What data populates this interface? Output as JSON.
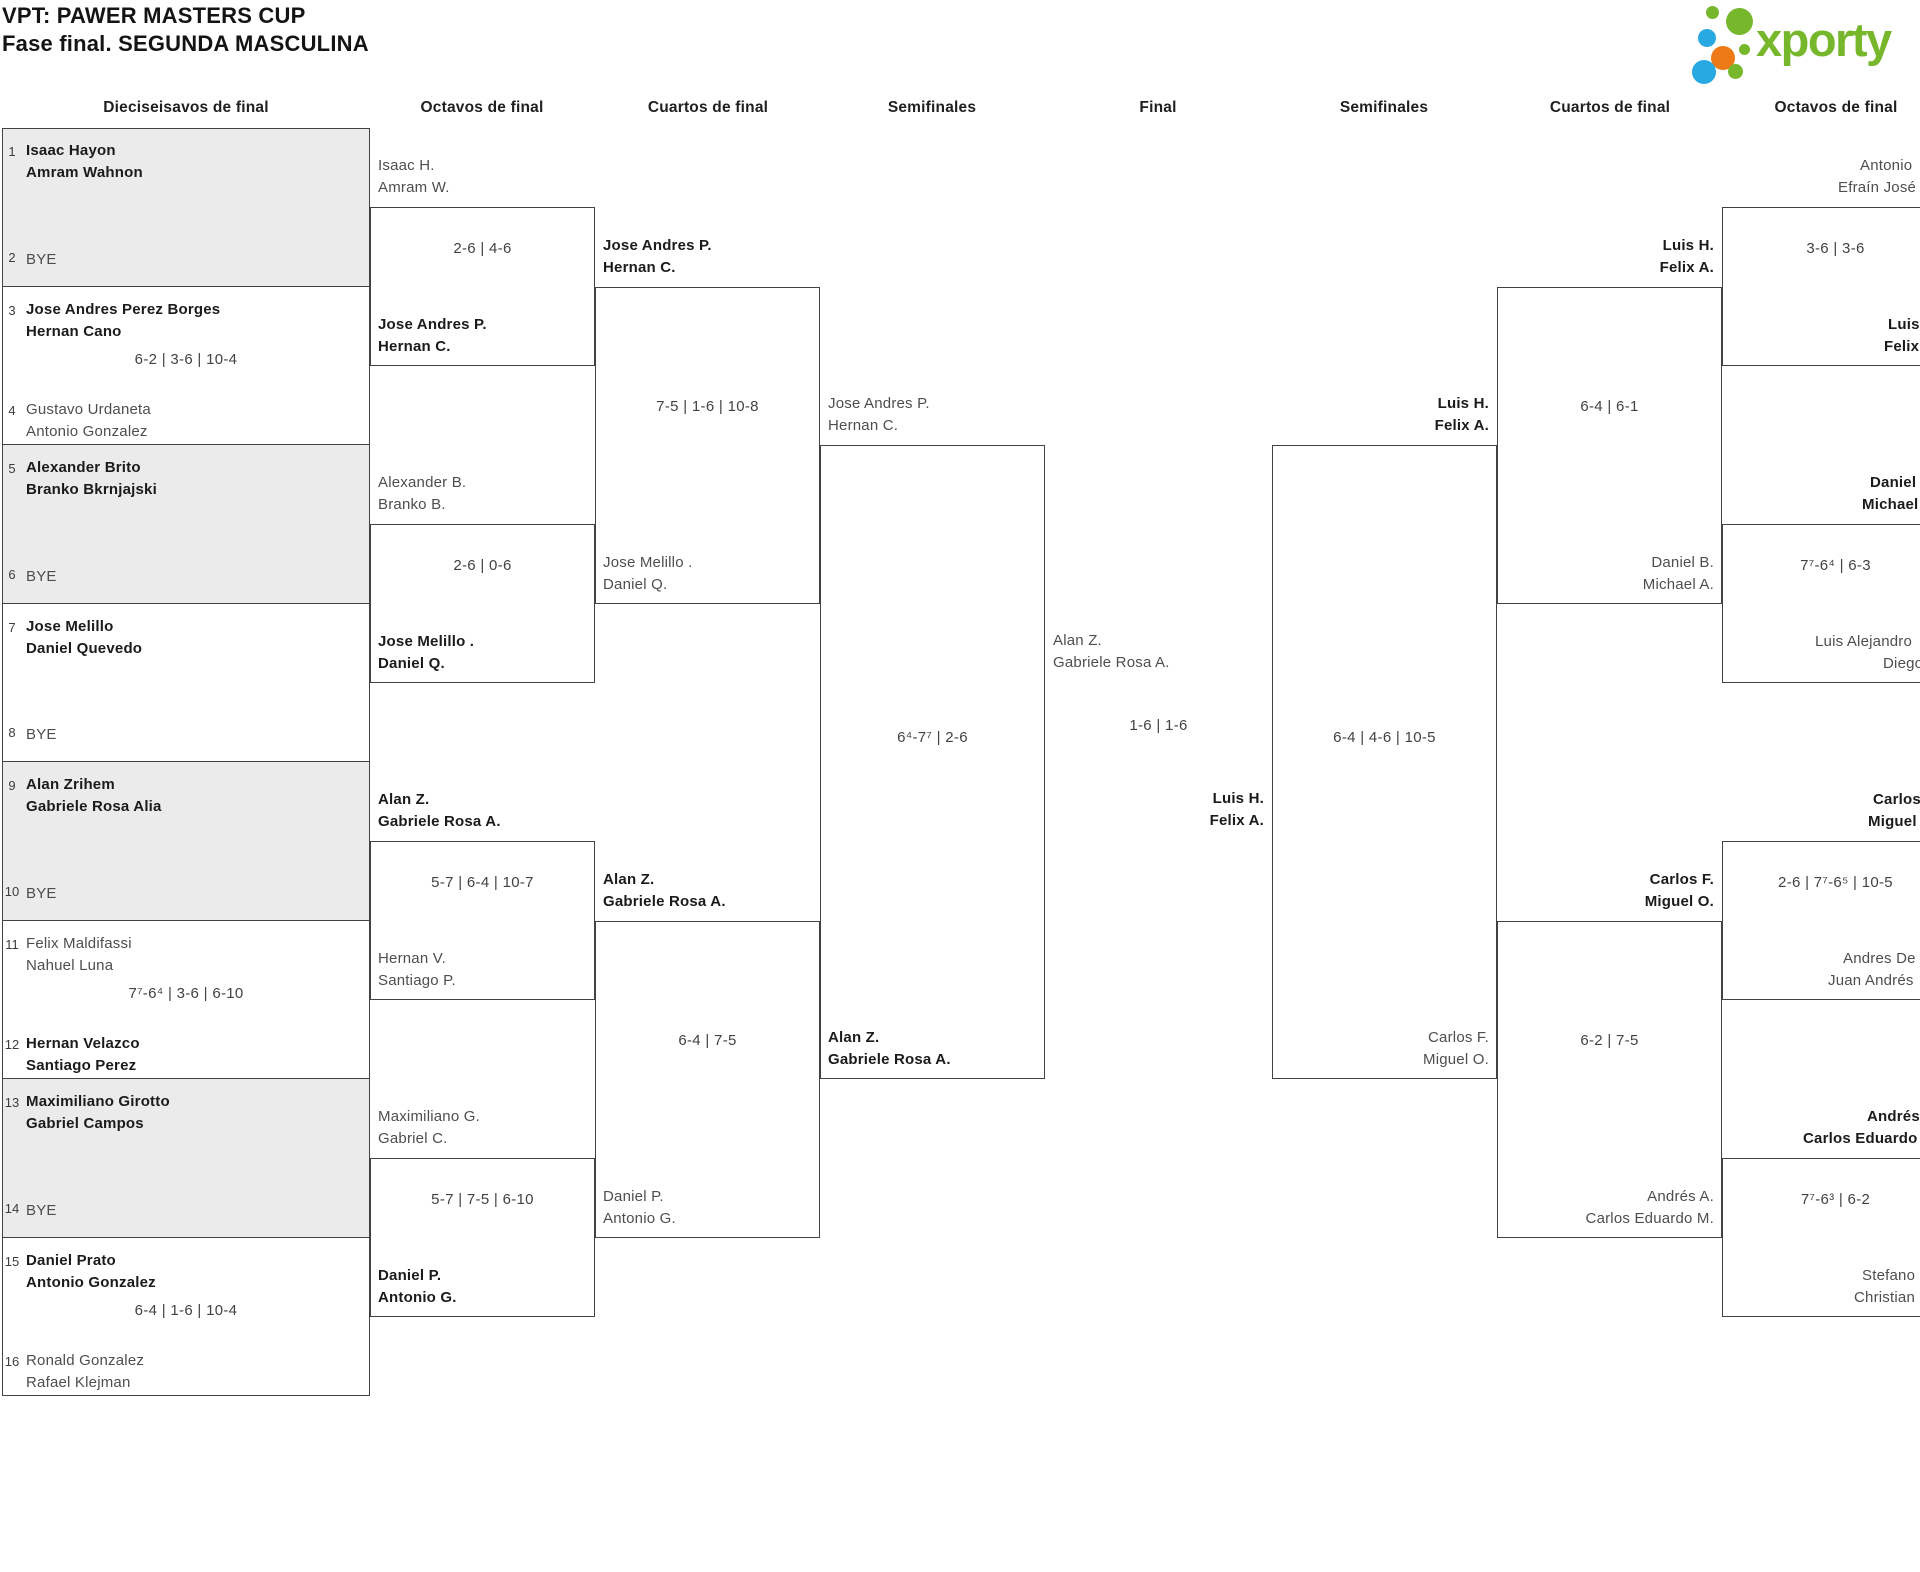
{
  "title": {
    "line1": "VPT: PAWER MASTERS CUP",
    "line2": "Fase final. SEGUNDA MASCULINA"
  },
  "logo": {
    "text": "xporty",
    "colors": {
      "green": "#77b72c",
      "blue": "#29a9e1",
      "orange": "#ee7a17"
    }
  },
  "round_headers": [
    "Dieciseisavos de final",
    "Octavos de final",
    "Cuartos de final",
    "Semifinales",
    "Final",
    "Semifinales",
    "Cuartos de final",
    "Octavos de final"
  ],
  "bracket": {
    "round_of_16": [
      {
        "seed_top": "1",
        "top": [
          "Isaac Hayon",
          "Amram Wahnon"
        ],
        "top_bold": true,
        "seed_bottom": "2",
        "bottom": [
          "BYE"
        ],
        "bottom_bold": false,
        "score": "",
        "shaded": true
      },
      {
        "seed_top": "3",
        "top": [
          "Jose Andres Perez Borges",
          "Hernan Cano"
        ],
        "top_bold": true,
        "seed_bottom": "4",
        "bottom": [
          "Gustavo Urdaneta",
          "Antonio Gonzalez"
        ],
        "bottom_bold": false,
        "score": "6-2 | 3-6 | 10-4",
        "shaded": false
      },
      {
        "seed_top": "5",
        "top": [
          "Alexander Brito",
          "Branko Bkrnjajski"
        ],
        "top_bold": true,
        "seed_bottom": "6",
        "bottom": [
          "BYE"
        ],
        "bottom_bold": false,
        "score": "",
        "shaded": true
      },
      {
        "seed_top": "7",
        "top": [
          "Jose Melillo",
          "Daniel Quevedo"
        ],
        "top_bold": true,
        "seed_bottom": "8",
        "bottom": [
          "BYE"
        ],
        "bottom_bold": false,
        "score": "",
        "shaded": false
      },
      {
        "seed_top": "9",
        "top": [
          "Alan Zrihem",
          "Gabriele Rosa Alia"
        ],
        "top_bold": true,
        "seed_bottom": "10",
        "bottom": [
          "BYE"
        ],
        "bottom_bold": false,
        "score": "",
        "shaded": true
      },
      {
        "seed_top": "11",
        "top": [
          "Felix Maldifassi",
          "Nahuel Luna"
        ],
        "top_bold": false,
        "seed_bottom": "12",
        "bottom": [
          "Hernan Velazco",
          "Santiago Perez"
        ],
        "bottom_bold": true,
        "score": "7⁷-6⁴ | 3-6 | 6-10",
        "shaded": false
      },
      {
        "seed_top": "13",
        "top": [
          "Maximiliano Girotto",
          "Gabriel Campos"
        ],
        "top_bold": true,
        "seed_bottom": "14",
        "bottom": [
          "BYE"
        ],
        "bottom_bold": false,
        "score": "",
        "shaded": true
      },
      {
        "seed_top": "15",
        "top": [
          "Daniel Prato",
          "Antonio Gonzalez"
        ],
        "top_bold": true,
        "seed_bottom": "16",
        "bottom": [
          "Ronald Gonzalez",
          "Rafael Klejman"
        ],
        "bottom_bold": false,
        "score": "6-4 | 1-6 | 10-4",
        "shaded": false
      }
    ],
    "octavos_left": [
      {
        "top": [
          "Isaac H.",
          "Amram W."
        ],
        "top_bold": false,
        "bottom": [
          "Jose Andres P.",
          "Hernan C."
        ],
        "bottom_bold": true,
        "score": "2-6 | 4-6"
      },
      {
        "top": [
          "Alexander B.",
          "Branko B."
        ],
        "top_bold": false,
        "bottom": [
          "Jose Melillo .",
          "Daniel Q."
        ],
        "bottom_bold": true,
        "score": "2-6 | 0-6"
      },
      {
        "top": [
          "Alan Z.",
          "Gabriele Rosa A."
        ],
        "top_bold": true,
        "bottom": [
          "Hernan V.",
          "Santiago P."
        ],
        "bottom_bold": false,
        "score": "5-7 | 6-4 | 10-7"
      },
      {
        "top": [
          "Maximiliano G.",
          "Gabriel C."
        ],
        "top_bold": false,
        "bottom": [
          "Daniel P.",
          "Antonio G."
        ],
        "bottom_bold": true,
        "score": "5-7 | 7-5 | 6-10"
      }
    ],
    "cuartos_left": [
      {
        "top": [
          "Jose Andres P.",
          "Hernan C."
        ],
        "top_bold": true,
        "bottom": [
          "Jose Melillo .",
          "Daniel Q."
        ],
        "bottom_bold": false,
        "score": "7-5 | 1-6 | 10-8"
      },
      {
        "top": [
          "Alan Z.",
          "Gabriele Rosa A."
        ],
        "top_bold": true,
        "bottom": [
          "Daniel P.",
          "Antonio G."
        ],
        "bottom_bold": false,
        "score": "6-4 | 7-5"
      }
    ],
    "semifinal_left": {
      "top": [
        "Jose Andres P.",
        "Hernan C."
      ],
      "top_bold": false,
      "bottom": [
        "Alan Z.",
        "Gabriele Rosa A."
      ],
      "bottom_bold": true,
      "score": "6⁴-7⁷ | 2-6"
    },
    "final": {
      "left": [
        "Alan Z.",
        "Gabriele Rosa A."
      ],
      "left_bold": false,
      "right": [
        "Luis H.",
        "Felix A."
      ],
      "right_bold": true,
      "score": "1-6 | 1-6"
    },
    "semifinal_right": {
      "top": [
        "Luis H.",
        "Felix A."
      ],
      "top_bold": true,
      "bottom": [
        "Carlos F.",
        "Miguel O."
      ],
      "bottom_bold": false,
      "score": "6-4 | 4-6 | 10-5"
    },
    "cuartos_right": [
      {
        "top": [
          "Luis H.",
          "Felix A."
        ],
        "top_bold": true,
        "bottom": [
          "Daniel B.",
          "Michael A."
        ],
        "bottom_bold": false,
        "score": "6-4 | 6-1"
      },
      {
        "top": [
          "Carlos F.",
          "Miguel O."
        ],
        "top_bold": true,
        "bottom": [
          "Andrés A.",
          "Carlos Eduardo M."
        ],
        "bottom_bold": false,
        "score": "6-2 | 7-5"
      }
    ],
    "octavos_right": [
      {
        "top": [
          "Antonio",
          "Efraín José"
        ],
        "top_bold": false,
        "bottom": [
          "Luis",
          "Felix"
        ],
        "bottom_bold": true,
        "score": "3-6 | 3-6"
      },
      {
        "top": [
          "Daniel",
          "Michael"
        ],
        "top_bold": true,
        "bottom": [
          "Luis Alejandro",
          "Diego"
        ],
        "bottom_bold": false,
        "score": "7⁷-6⁴ | 6-3"
      },
      {
        "top": [
          "Carlos",
          "Miguel"
        ],
        "top_bold": true,
        "bottom": [
          "Andres De",
          "Juan Andrés"
        ],
        "bottom_bold": false,
        "score": "2-6 | 7⁷-6⁵ | 10-5"
      },
      {
        "top": [
          "Andrés",
          "Carlos Eduardo"
        ],
        "top_bold": true,
        "bottom": [
          "Stefano",
          "Christian"
        ],
        "bottom_bold": false,
        "score": "7⁷-6³ | 6-2"
      }
    ]
  }
}
